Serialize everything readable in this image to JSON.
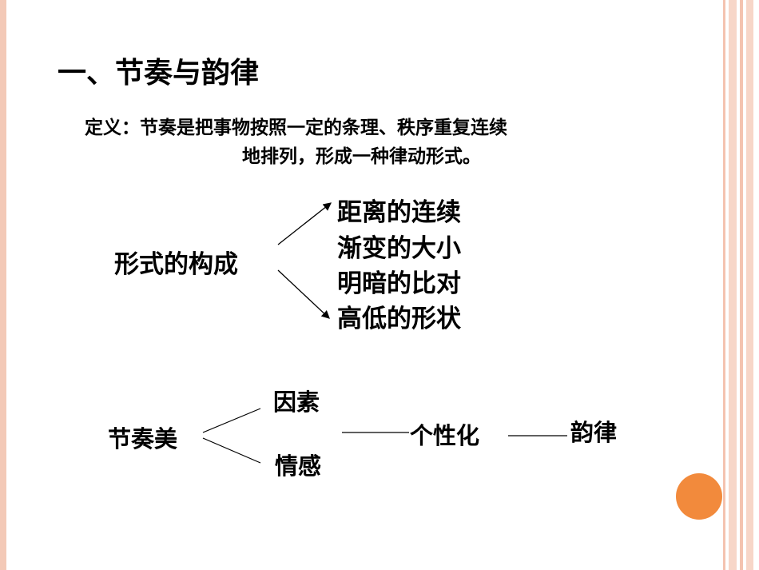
{
  "title": "一、节奏与韵律",
  "definition": {
    "line1": "定义：节奏是把事物按照一定的条理、秩序重复连续",
    "line2": "地排列，形成一种律动形式。"
  },
  "form": {
    "label": "形式的构成",
    "items": [
      "距离的连续",
      "渐变的大小",
      "明暗的比对",
      "高低的形状"
    ]
  },
  "rhythm_beauty": {
    "label": "节奏美",
    "factor_top": "因素",
    "factor_bottom": "情感",
    "middle": "个性化",
    "end": "韵律"
  },
  "colors": {
    "frame": "#f3c9b7",
    "stripe": "#f2b7a0",
    "accent_circle": "#f28a3c"
  }
}
